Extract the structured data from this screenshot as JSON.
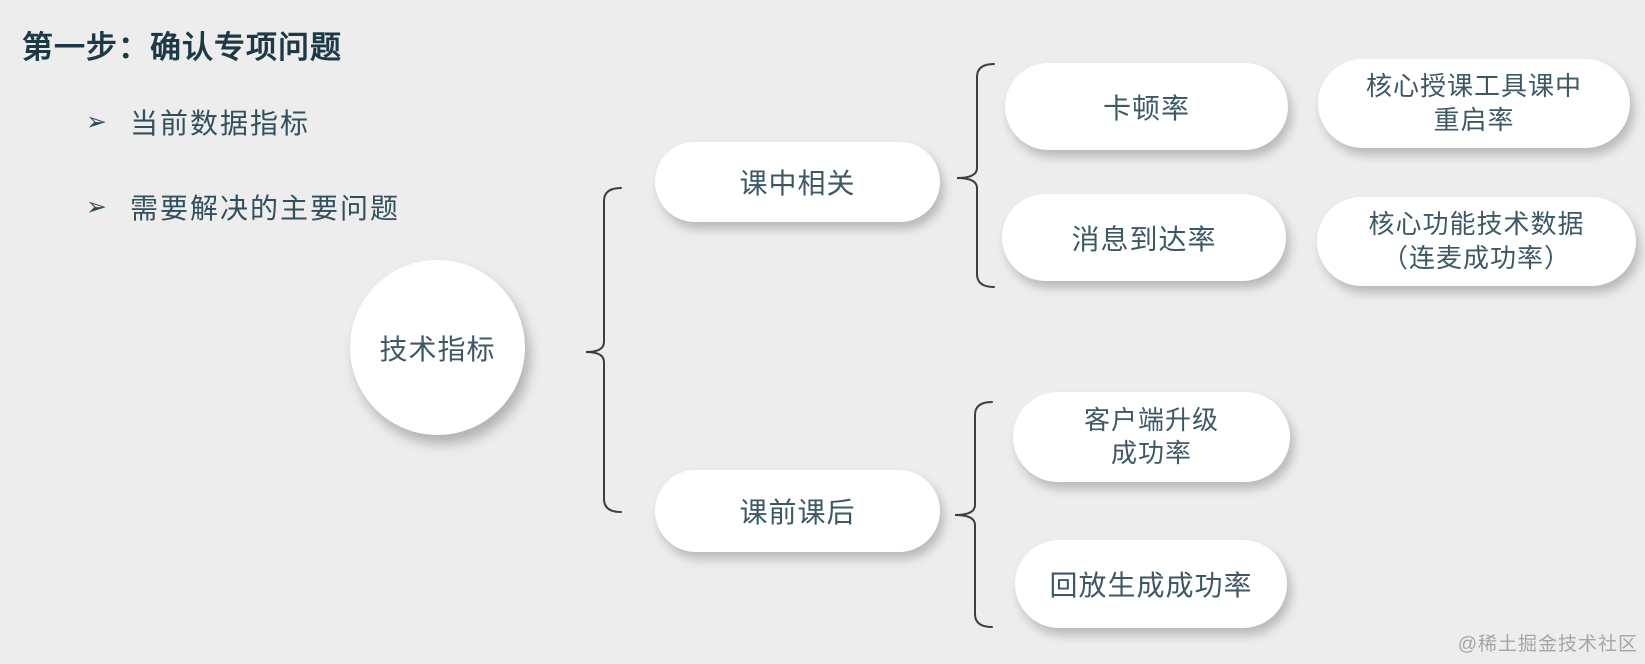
{
  "page": {
    "title": "第一步：确认专项问题",
    "bullets": [
      {
        "marker": "➢",
        "text": "当前数据指标"
      },
      {
        "marker": "➢",
        "text": "需要解决的主要问题"
      }
    ],
    "watermark": "@稀土掘金技术社区"
  },
  "diagram": {
    "root": {
      "label": "技术指标"
    },
    "branches": [
      {
        "label": "课中相关",
        "children": [
          {
            "label": "卡顿率"
          },
          {
            "label": "消息到达率"
          }
        ],
        "notes": [
          {
            "line1": "核心授课工具课中",
            "line2": "重启率"
          },
          {
            "line1": "核心功能技术数据",
            "line2": "（连麦成功率）"
          }
        ]
      },
      {
        "label": "课前课后",
        "children": [
          {
            "line1": "客户端升级",
            "line2": "成功率"
          },
          {
            "label": "回放生成成功率"
          }
        ]
      }
    ]
  },
  "colors": {
    "background": "#ededed",
    "node_background": "#ffffff",
    "node_text": "#3d5965",
    "title_text": "#1d3945",
    "bullet_text": "#32505c",
    "brace_line": "#3e3e3e",
    "watermark_text": "#a2a6a9"
  }
}
